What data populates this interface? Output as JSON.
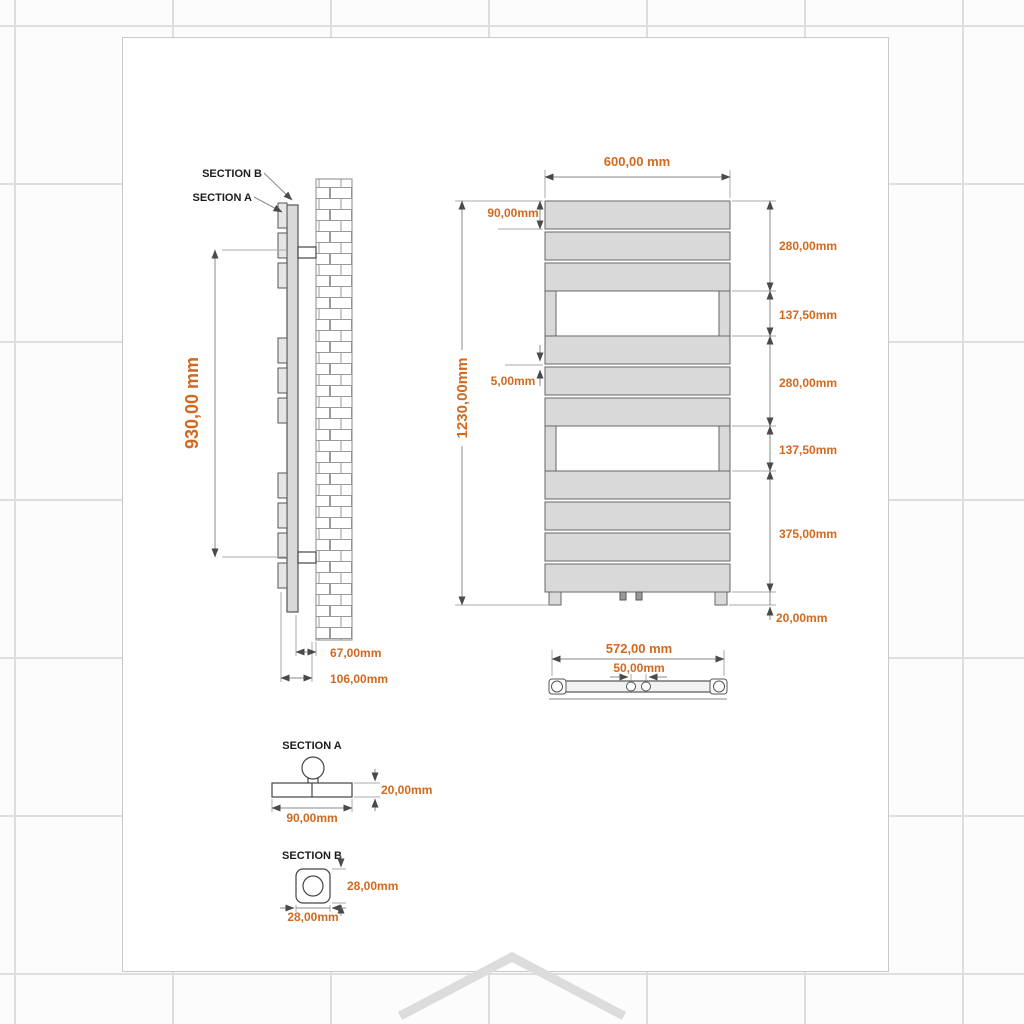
{
  "colors": {
    "dimension_text": "#d2691e",
    "dimension_line": "#8a8a8a",
    "drawing_outline": "#4a4a4a",
    "panel_fill": "#d9d9d9"
  },
  "side_view": {
    "section_b_label": "SECTION B",
    "section_a_label": "SECTION A",
    "mount_height": "930,00 mm",
    "depth_67": "67,00mm",
    "depth_106": "106,00mm"
  },
  "front_view": {
    "width": "600,00 mm",
    "top_panel": "90,00mm",
    "height": "1230,00mm",
    "gap": "5,00mm",
    "right_dims": [
      "280,00mm",
      "137,50mm",
      "280,00mm",
      "137,50mm",
      "375,00mm",
      "20,00mm"
    ]
  },
  "bottom_view": {
    "span": "572,00 mm",
    "center": "50,00mm"
  },
  "section_a": {
    "title": "SECTION A",
    "thickness": "20,00mm",
    "width": "90,00mm"
  },
  "section_b": {
    "title": "SECTION B",
    "height": "28,00mm",
    "width": "28,00mm"
  }
}
